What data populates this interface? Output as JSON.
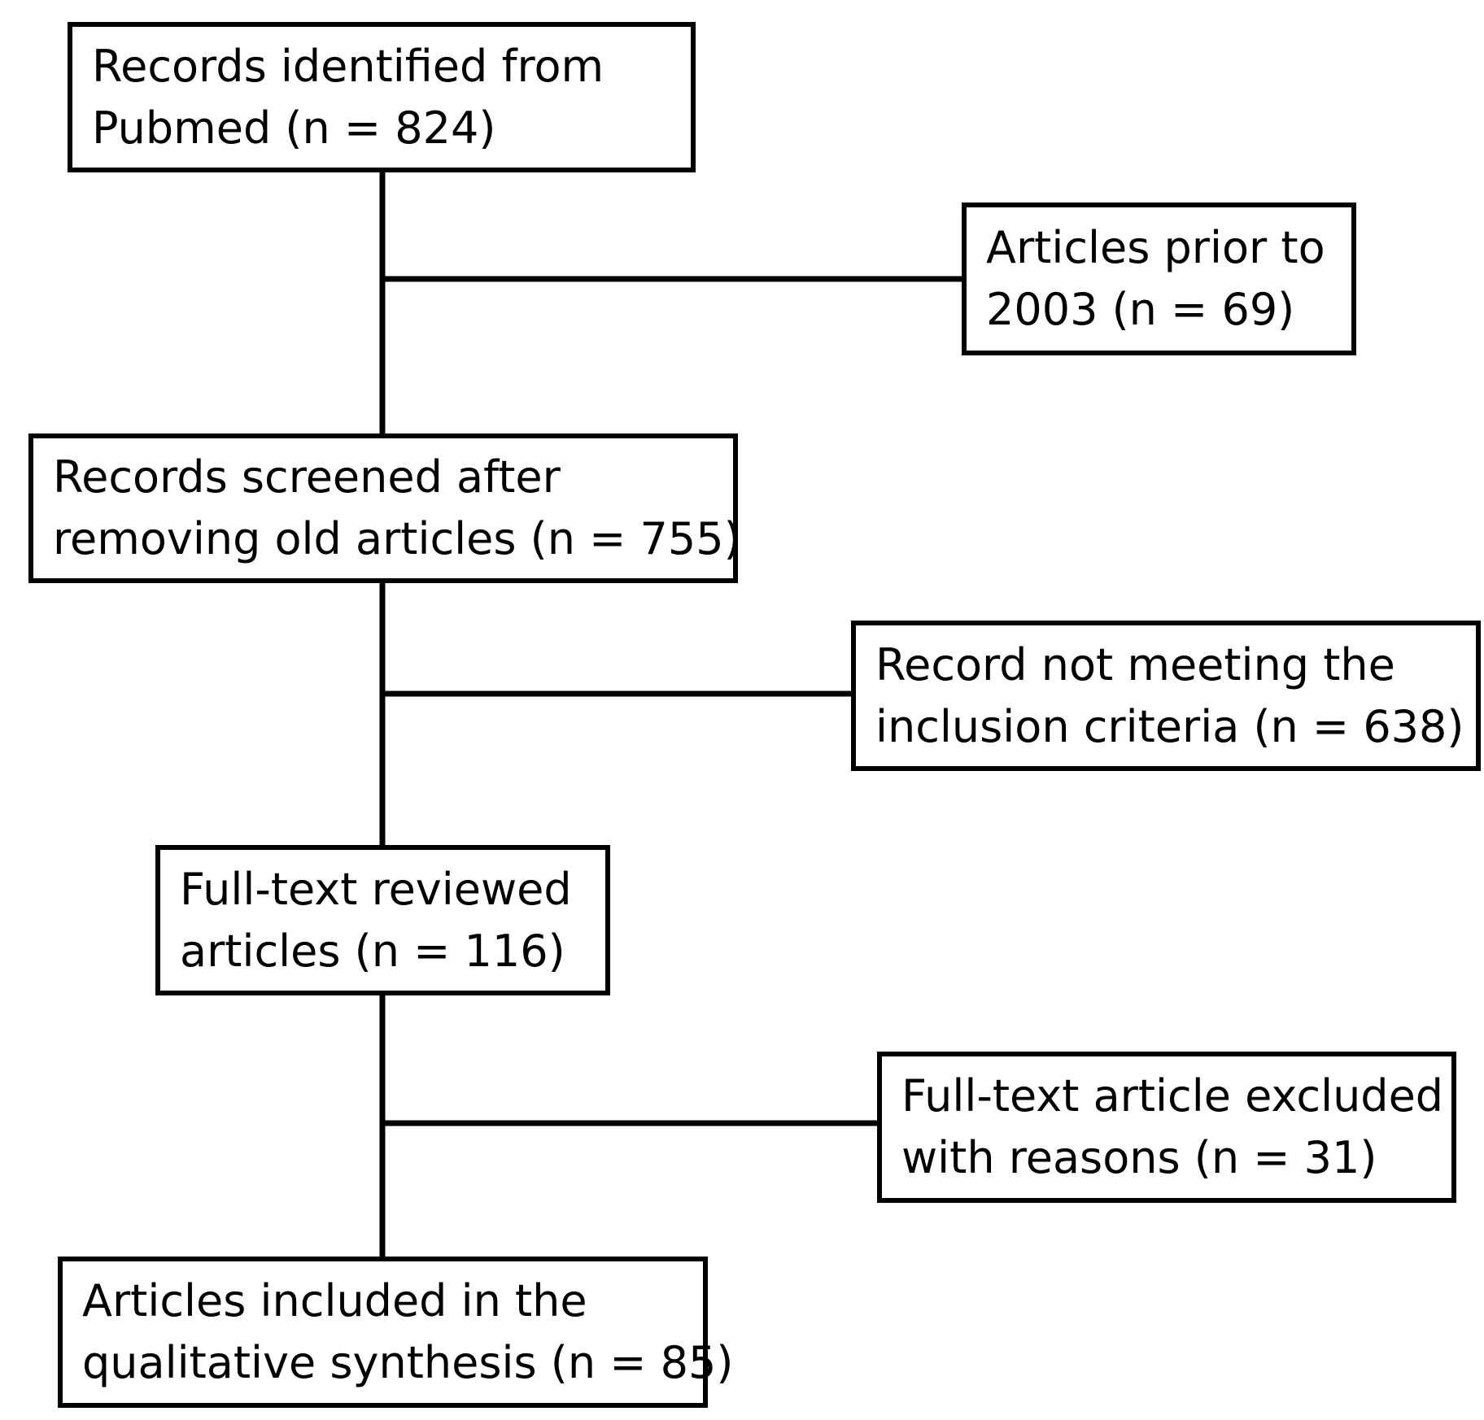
{
  "nodes": {
    "identified": {
      "line1": "Records identified from",
      "line2": "Pubmed (n = 824)"
    },
    "prior_2003": {
      "line1": "Articles prior to",
      "line2": "2003 (n = 69)"
    },
    "screened": {
      "line1": "Records screened after",
      "line2": "removing old articles (n = 755)"
    },
    "not_meeting": {
      "line1": "Record not meeting the",
      "line2": "inclusion criteria (n = 638)"
    },
    "full_text_reviewed": {
      "line1": "Full-text reviewed",
      "line2": "articles (n = 116)"
    },
    "full_text_excluded": {
      "line1": "Full-text article excluded",
      "line2": "with reasons (n = 31)"
    },
    "included": {
      "line1": "Articles included in the",
      "line2": "qualitative synthesis (n = 85)"
    }
  },
  "colors": {
    "line": "#000000",
    "box_border": "#000000",
    "background": "#ffffff"
  }
}
